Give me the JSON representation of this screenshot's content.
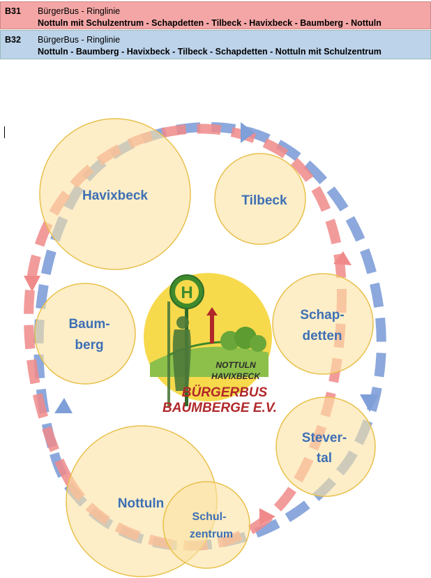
{
  "routes": [
    {
      "code": "B31",
      "name": "BürgerBus - Ringlinie",
      "stops": "Nottuln mit Schulzentrum - Schapdetten - Tilbeck - Havixbeck - Baumberg - Nottuln",
      "color": "#f4a6a6"
    },
    {
      "code": "B32",
      "name": "BürgerBus - Ringlinie",
      "stops": "Nottuln - Baumberg - Havixbeck - Tilbeck - Schapdetten - Nottuln mit Schulzentrum",
      "color": "#bcd3ea"
    }
  ],
  "stops": {
    "havixbeck": "Havixbeck",
    "tilbeck": "Tilbeck",
    "baumberg_1": "Baum-",
    "baumberg_2": "berg",
    "schapdetten_1": "Schap-",
    "schapdetten_2": "detten",
    "stevertal_1": "Stever-",
    "stevertal_2": "tal",
    "nottuln": "Nottuln",
    "schulzentrum_1": "Schul-",
    "schulzentrum_2": "zentrum"
  },
  "logo": {
    "sign": "H",
    "line1": "NOTTULN",
    "line2": "HAVIXBECK",
    "line3": "BÜRGERBUS",
    "line4": "BAUMBERGE E.V."
  },
  "colors": {
    "red_ring": "#f08a8a",
    "blue_ring": "#7f9fd8",
    "stop_fill": "#fbe3a3",
    "stop_stroke": "#e8c04a",
    "label": "#3d6fb4",
    "logo_yellow": "#f7d94c",
    "logo_red": "#b0282a",
    "logo_green": "#3e8a2c"
  }
}
